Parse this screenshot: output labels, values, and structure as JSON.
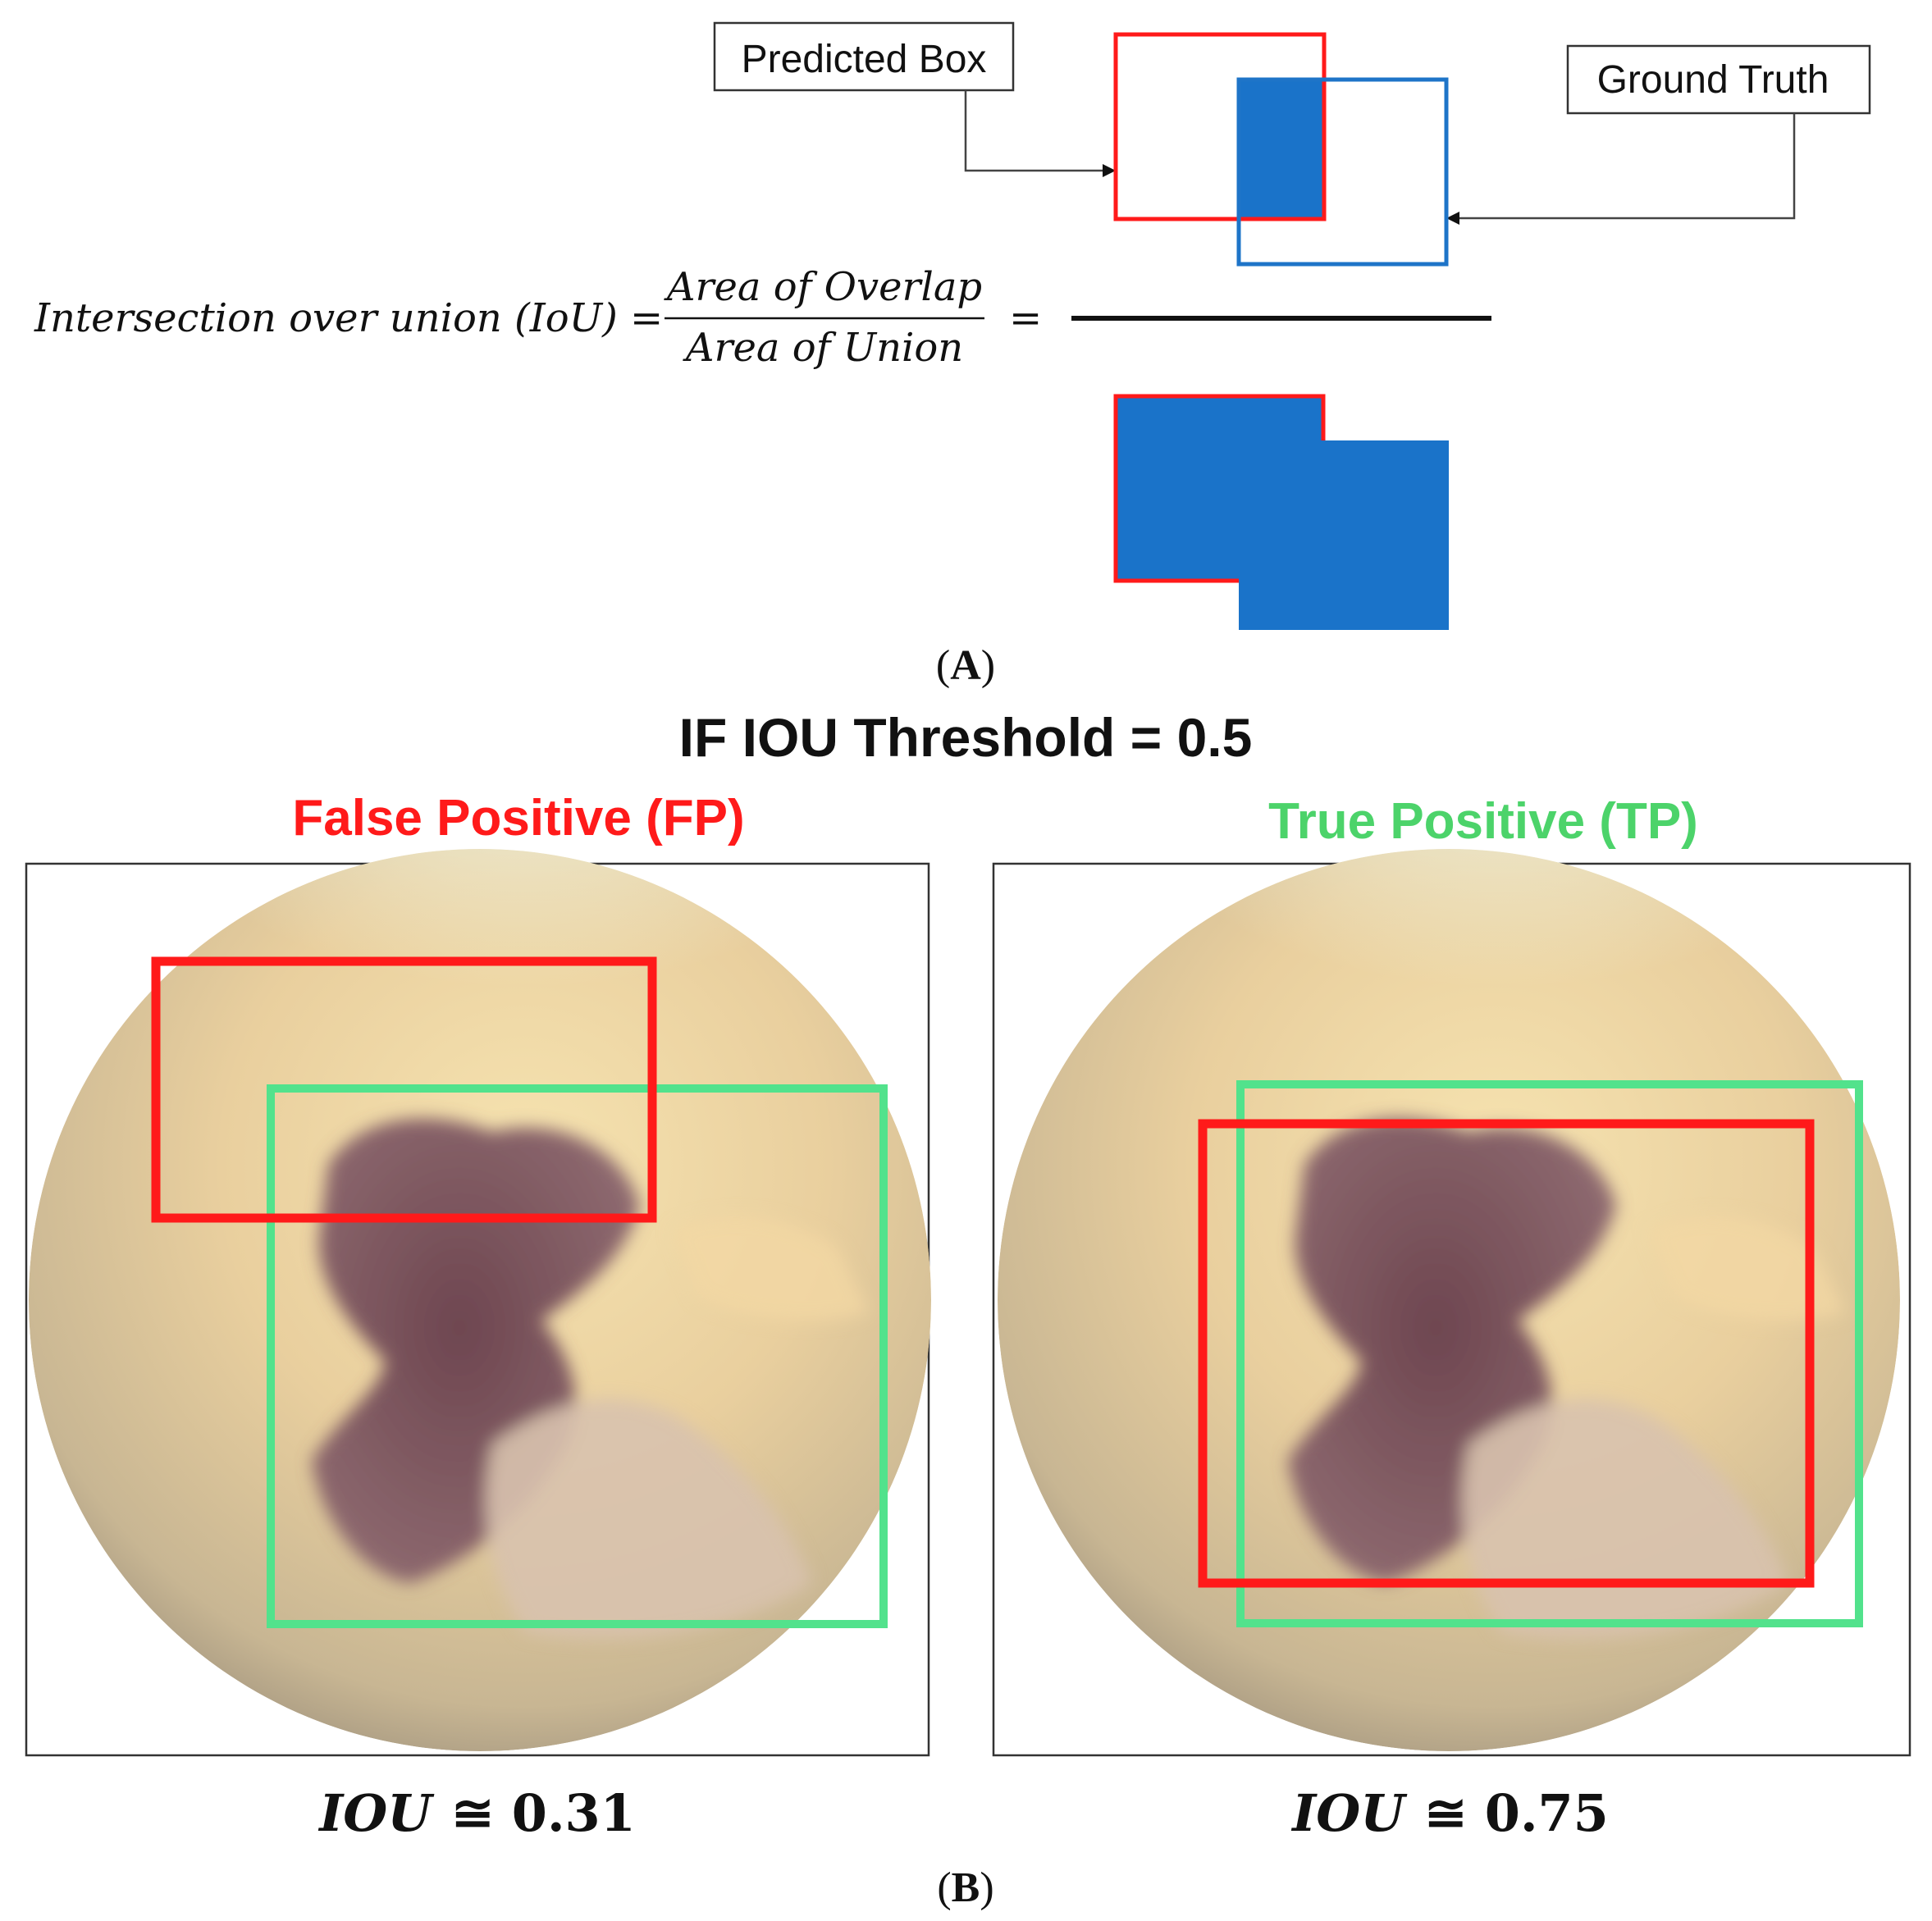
{
  "panel_a": {
    "predicted_label": "Predicted Box",
    "ground_truth_label": "Ground Truth",
    "formula_lhs": "Intersection over union (IoU) =",
    "numerator": "Area of Overlap",
    "denominator": "Area of Union",
    "equals": "=",
    "caption_open": "(",
    "caption_letter": "A",
    "caption_close": ")"
  },
  "panel_b": {
    "threshold_title": "IF IOU Threshold = 0.5",
    "left_title": "False Positive (FP)",
    "right_title": "True Positive (TP)",
    "left_iou_prefix": "IOU",
    "left_iou_value": "≅ 0.31",
    "right_iou_prefix": "IOU",
    "right_iou_value": "≅ 0.75",
    "caption_open": "(",
    "caption_letter": "B",
    "caption_close": ")"
  },
  "colors": {
    "predicted": "#ff1a1a",
    "ground_truth": "#1e74c8",
    "overlap_fill": "#1a73c9",
    "false_positive": "#ff1a1a",
    "true_positive": "#4cd36a",
    "box_green": "#52e28c"
  }
}
